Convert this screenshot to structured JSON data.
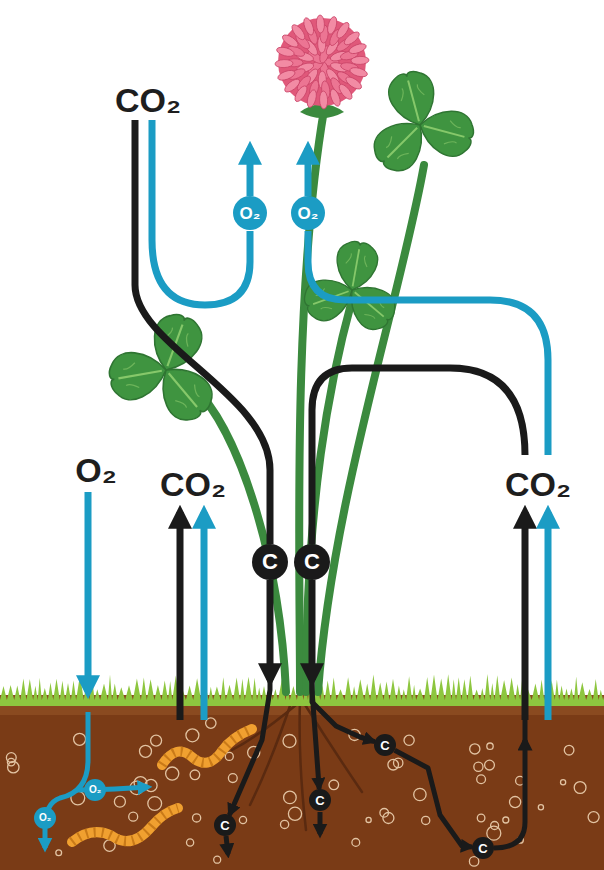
{
  "diagram": {
    "nodes": [
      {
        "text": [
          "O₂"
        ]
      },
      {
        "text": [
          "O₂"
        ]
      },
      {
        "text": [
          "C"
        ]
      },
      {
        "text": [
          "C"
        ]
      },
      {
        "text": [
          "C"
        ]
      },
      {
        "text": [
          "O₂"
        ]
      },
      {
        "text": [
          "C"
        ]
      },
      {
        "text": [
          "O₂"
        ]
      },
      {
        "text": [
          "C"
        ]
      },
      {
        "text": [
          "C"
        ]
      }
    ],
    "edges": [
      {
        "from": 2,
        "to": 8,
        "arrow": "to"
      },
      {
        "from": 3,
        "to": 6,
        "arrow": "to"
      },
      {
        "from": 3,
        "to": 4,
        "arrow": "to"
      },
      {
        "from": 4,
        "to": 9,
        "arrow": "to"
      }
    ],
    "labels": [
      "CO₂",
      "O₂",
      "CO₂",
      "CO₂"
    ]
  }
}
